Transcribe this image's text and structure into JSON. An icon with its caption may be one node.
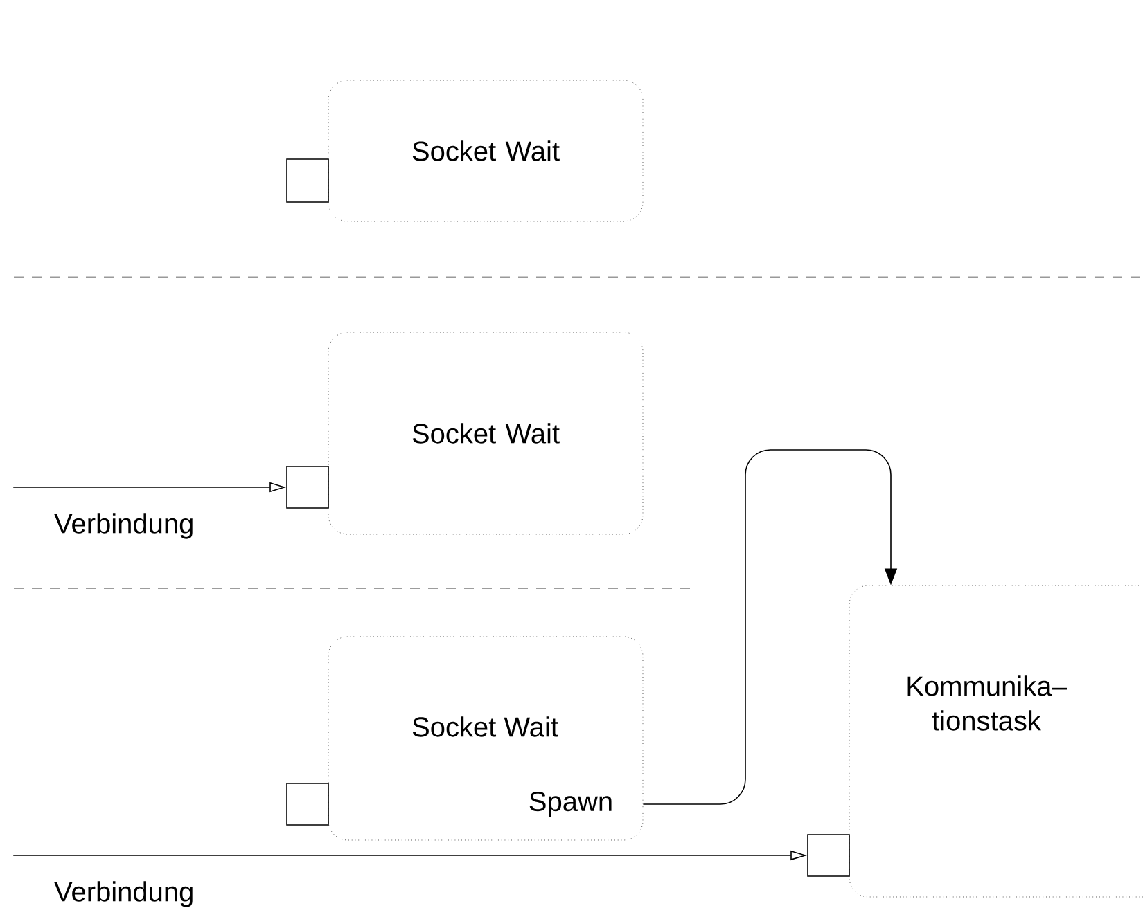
{
  "diagram": {
    "nodes": [
      {
        "text": [
          "Socket Wait"
        ]
      },
      {
        "text": [],
        "shape": "box"
      },
      {
        "text": [
          "Socket Wait"
        ]
      },
      {
        "text": [],
        "shape": "box"
      },
      {
        "text": [
          "Socket Wait",
          "Spawn"
        ]
      },
      {
        "text": [],
        "shape": "box"
      },
      {
        "text": [
          "Kommunika– tionstask"
        ]
      },
      {
        "text": [],
        "shape": "box"
      }
    ],
    "edges": [
      {
        "from": null,
        "to": 3,
        "arrow": "to",
        "label": "Verbindung"
      },
      {
        "from": 4,
        "to": 6,
        "arrow": "to"
      },
      {
        "from": null,
        "to": 7,
        "arrow": "to",
        "label": "Verbindung"
      }
    ]
  }
}
